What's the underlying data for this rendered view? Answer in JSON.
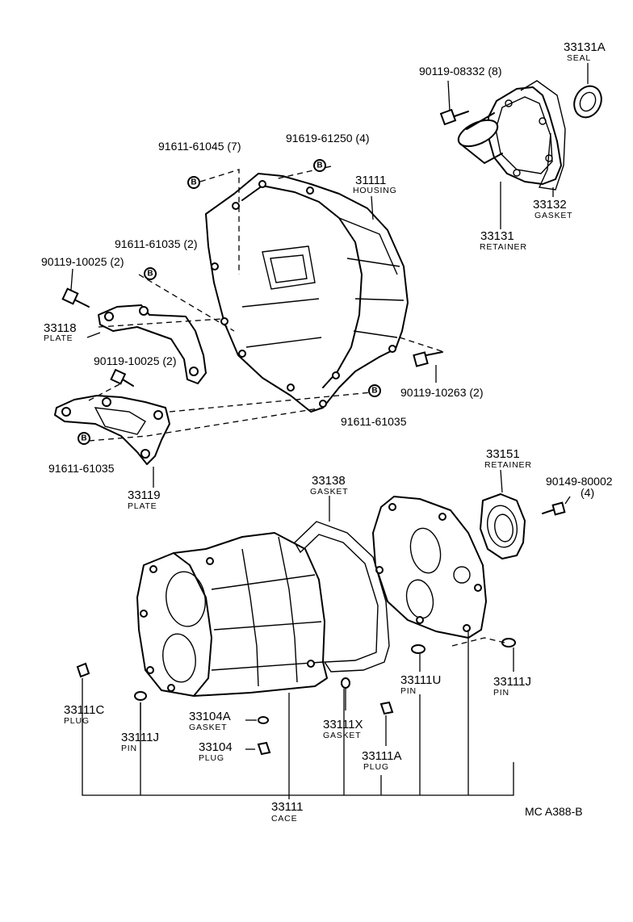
{
  "labels": {
    "seal_33131a": {
      "number": "33131A",
      "name": "SEAL"
    },
    "bolt_90119_08332": {
      "number": "90119-08332 (8)"
    },
    "retainer_33131": {
      "number": "33131",
      "name": "RETAINER"
    },
    "gasket_33132": {
      "number": "33132",
      "name": "GASKET"
    },
    "bolt_91611_61045": {
      "number": "91611-61045 (7)"
    },
    "bolt_91619_61250": {
      "number": "91619-61250 (4)"
    },
    "housing_31111": {
      "number": "31111",
      "name": "HOUSING"
    },
    "bolt_91611_61035_2": {
      "number": "91611-61035 (2)"
    },
    "bolt_90119_10025_a": {
      "number": "90119-10025 (2)"
    },
    "plate_33118": {
      "number": "33118",
      "name": "PLATE"
    },
    "bolt_90119_10025_b": {
      "number": "90119-10025 (2)"
    },
    "bolt_90119_10263": {
      "number": "90119-10263 (2)"
    },
    "bolt_91611_61035_r": {
      "number": "91611-61035"
    },
    "bolt_91611_61035_l": {
      "number": "91611-61035"
    },
    "plate_33119": {
      "number": "33119",
      "name": "PLATE"
    },
    "retainer_33151": {
      "number": "33151",
      "name": "RETAINER"
    },
    "bolt_90149_80002": {
      "number": "90149-80002",
      "qty": "(4)"
    },
    "gasket_33138": {
      "number": "33138",
      "name": "GASKET"
    },
    "plug_33111c": {
      "number": "33111C",
      "name": "PLUG"
    },
    "pin_33111j_left": {
      "number": "33111J",
      "name": "PIN"
    },
    "gasket_33104a": {
      "number": "33104A",
      "name": "GASKET"
    },
    "plug_33104": {
      "number": "33104",
      "name": "PLUG"
    },
    "gasket_33111x": {
      "number": "33111X",
      "name": "GASKET"
    },
    "plug_33111a": {
      "number": "33111A",
      "name": "PLUG"
    },
    "pin_33111u": {
      "number": "33111U",
      "name": "PIN"
    },
    "pin_33111j_right": {
      "number": "33111J",
      "name": "PIN"
    },
    "case_33111": {
      "number": "33111",
      "name": "CACE"
    }
  },
  "marker_glyph": "B",
  "diagram_code": "MC A388-B",
  "icons": [
    "bolt-icon",
    "seal-icon",
    "pin-icon",
    "plug-icon",
    "circled-b-marker-icon"
  ]
}
